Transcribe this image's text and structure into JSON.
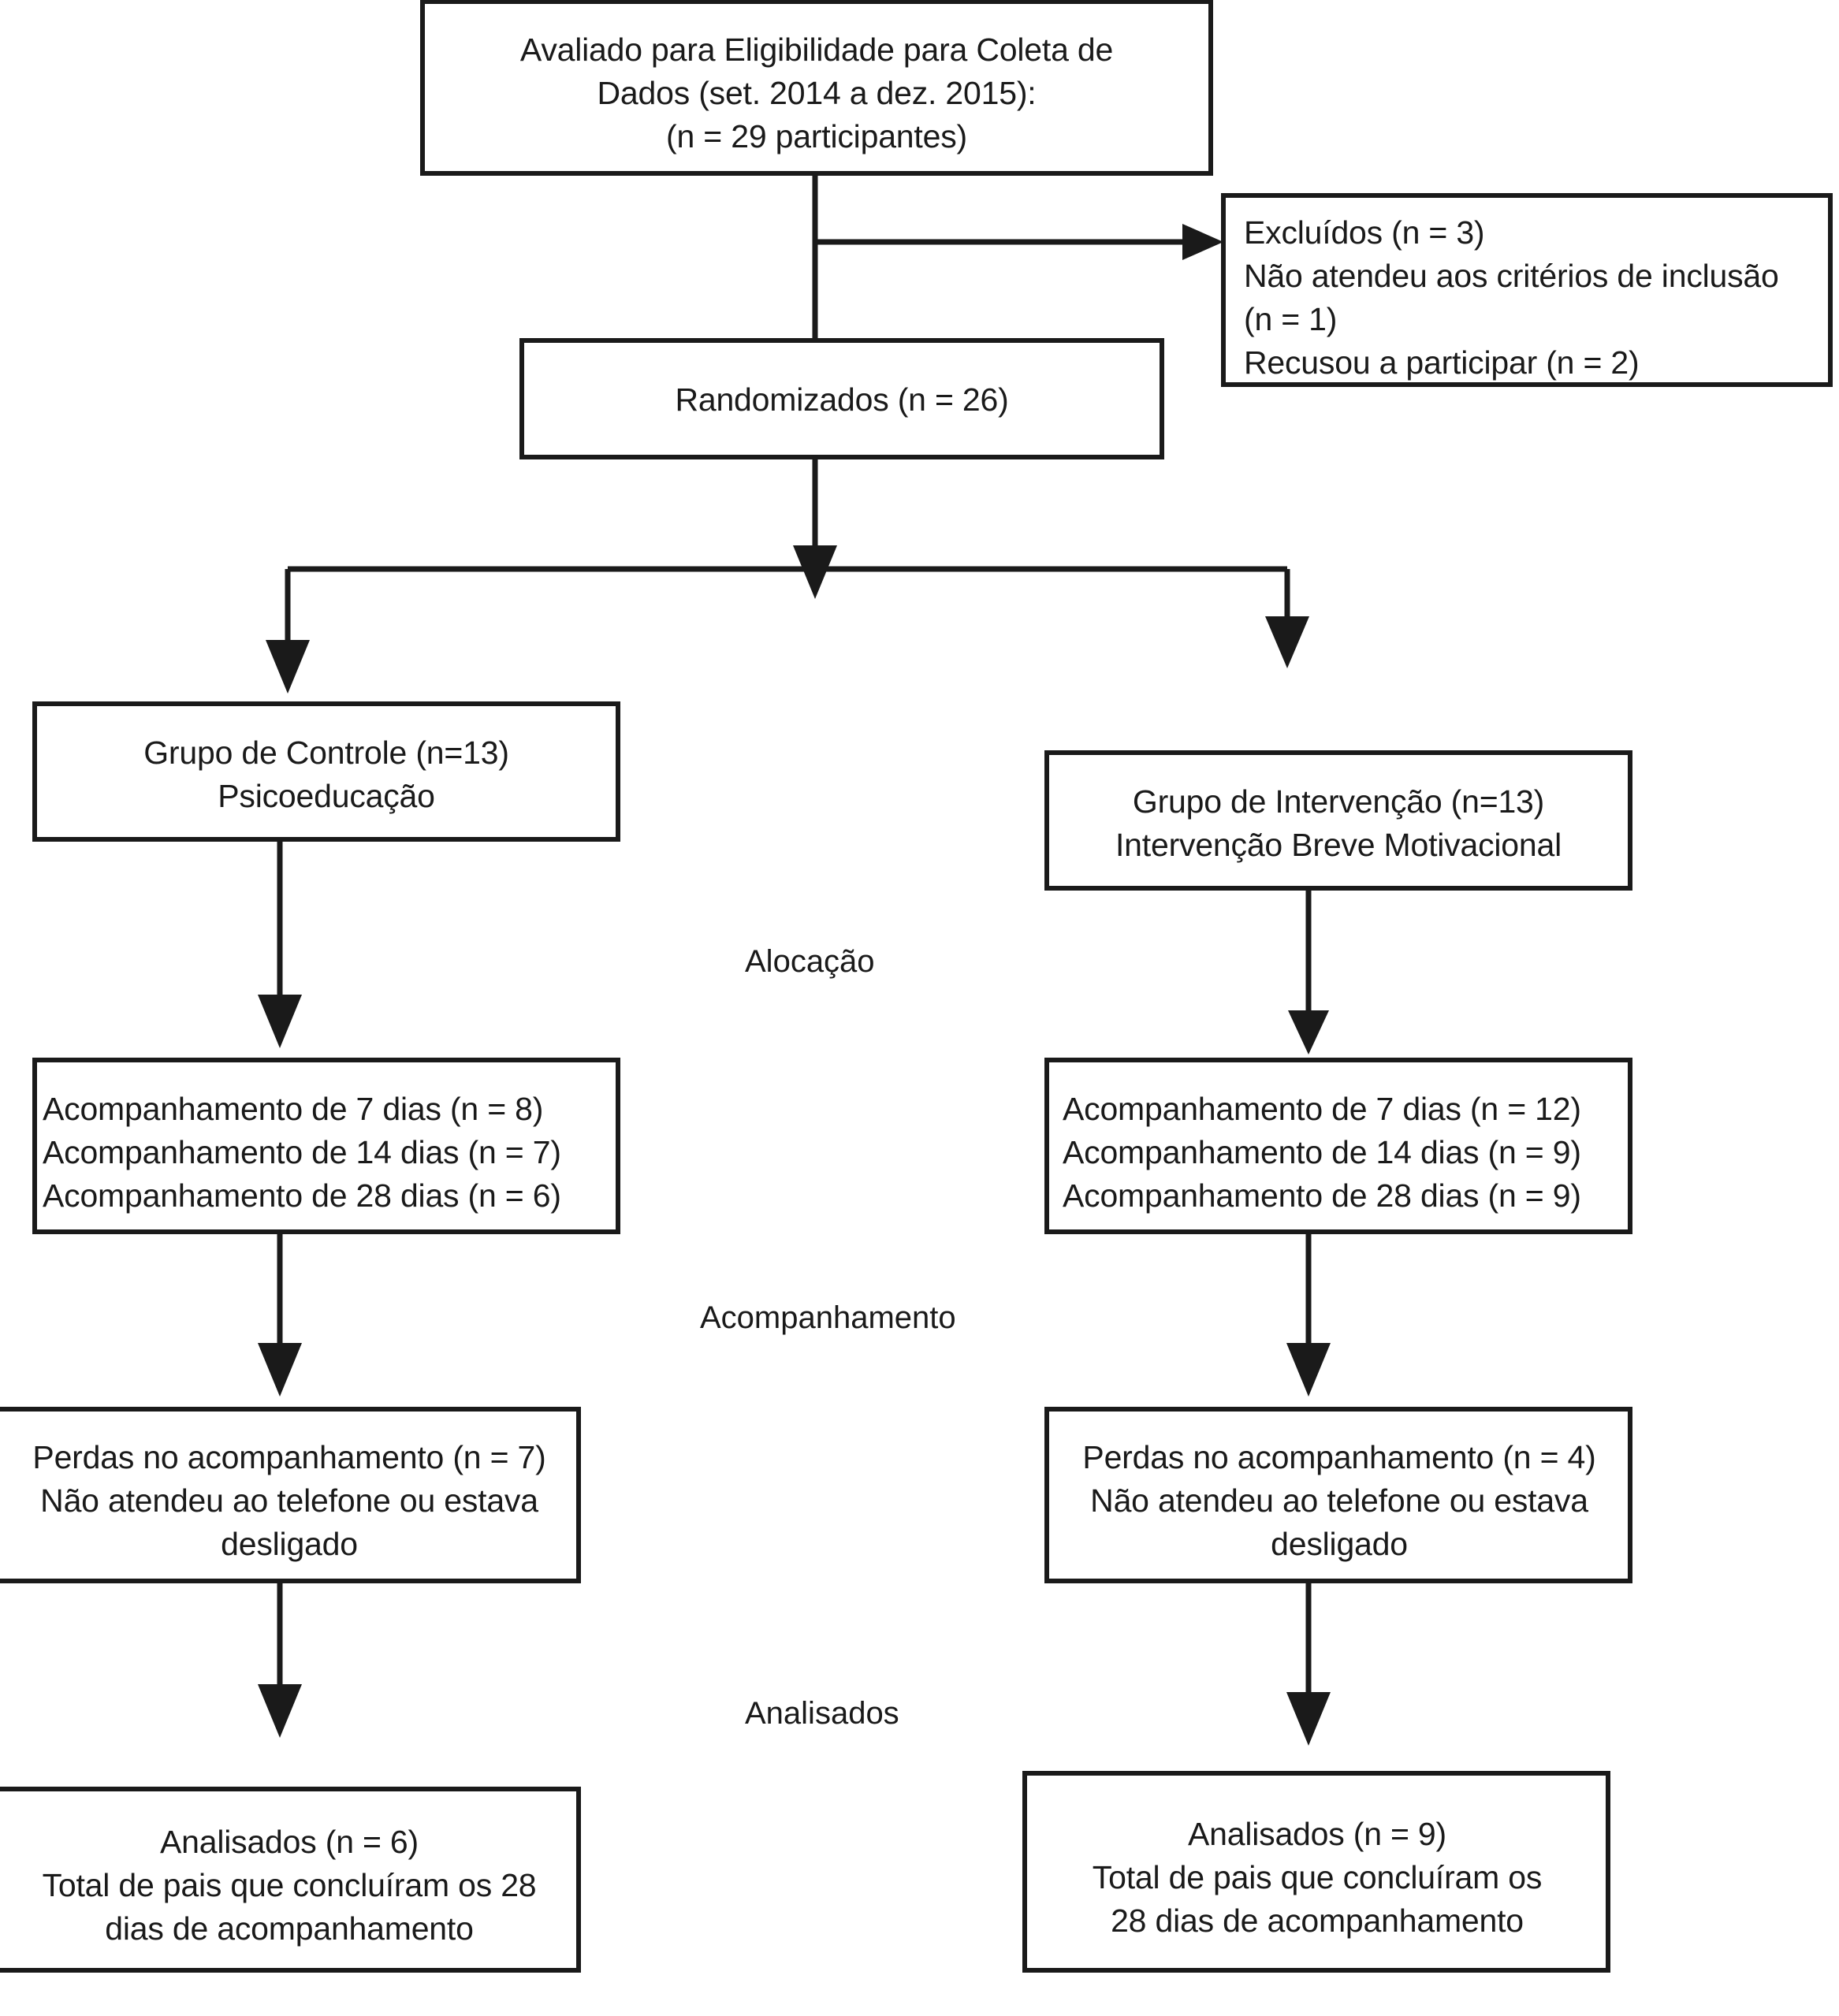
{
  "diagram": {
    "type": "consort-flow-diagram",
    "language": "pt-BR",
    "colors": {
      "stroke": "#1a1a1a",
      "background": "#ffffff",
      "text": "#1a1a1a"
    },
    "nodes": {
      "enrollment": {
        "text": "Avaliado para Eligibilidade para Coleta de\nDados (set. 2014 a dez. 2015):\n(n = 29 participantes)",
        "n": 29
      },
      "excluded": {
        "text": "Excluídos (n = 3)\nNão atendeu aos critérios de inclusão\n (n = 1)\nRecusou a participar (n = 2)",
        "n": 3,
        "reason_not_meeting_criteria": 1,
        "reason_refused": 2
      },
      "randomized": {
        "text": "Randomizados (n = 26)",
        "n": 26
      },
      "control_group": {
        "text": "Grupo de Controle (n=13)\nPsicoeducação",
        "n": 13
      },
      "intervention_group": {
        "text": "Grupo de Intervenção (n=13)\nIntervenção Breve  Motivacional",
        "n": 13
      },
      "control_followup": {
        "text": "Acompanhamento de 7 dias (n = 8)\nAcompanhamento de 14 dias (n = 7)\nAcompanhamento de 28 dias (n = 6)",
        "day7": 8,
        "day14": 7,
        "day28": 6
      },
      "intervention_followup": {
        "text": "Acompanhamento de 7 dias (n = 12)\nAcompanhamento de 14 dias (n = 9)\nAcompanhamento de 28 dias (n = 9)",
        "day7": 12,
        "day14": 9,
        "day28": 9
      },
      "control_losses": {
        "text": "Perdas no acompanhamento (n = 7)\nNão atendeu ao telefone ou estava\ndesligado",
        "n": 7
      },
      "intervention_losses": {
        "text": "Perdas no acompanhamento (n = 4)\nNão atendeu ao telefone ou estava\ndesligado",
        "n": 4
      },
      "control_analyzed": {
        "text": "Analisados (n = 6)\nTotal de pais que concluíram os 28\ndias de acompanhamento",
        "n": 6
      },
      "intervention_analyzed": {
        "text": "Analisados (n = 9)\nTotal de pais que concluíram os\n28 dias de acompanhamento",
        "n": 9
      }
    },
    "stage_labels": {
      "allocation": "Alocação",
      "followup": "Acompanhamento",
      "analysis": "Analisados"
    }
  }
}
